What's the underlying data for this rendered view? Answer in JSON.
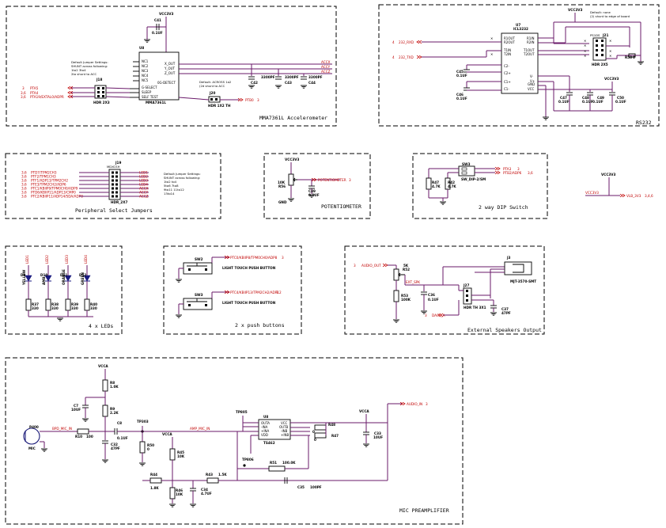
{
  "blocks": {
    "accel": {
      "title": "MMA7361L Accelerometer",
      "vcc": "VCC3V3",
      "cap": "C41",
      "cap_val": "0.1UF",
      "ic_ref": "U8",
      "ic_name": "MMA7361L",
      "ic_pins_left": [
        "NC1",
        "NC2",
        "NC3",
        "NC4",
        "NC5",
        "G-SELECT",
        "SLEEP",
        "SELF TEST"
      ],
      "ic_pins_right": [
        "X_OUT",
        "Y_OUT",
        "Z_OUT"
      ],
      "ic_mid": "0G-DETECT",
      "jumper_note": [
        "Default Jumper Settings:",
        "SHUNT across following:",
        "1to2         3to4",
        "2to shunt to ACC"
      ],
      "jumper_ref": "J18",
      "jumper_name": "HDR 2X3",
      "nets_left": [
        "PTA5",
        "PTA4",
        "PTA19/EXTAL0/ADPR"
      ],
      "nets_left_num": [
        "3",
        "3,6",
        "3,6"
      ],
      "nets_right": [
        "ACCX",
        "ACCY",
        "ACCZ"
      ],
      "caps": [
        {
          "ref": "C42",
          "val": "3300PF"
        },
        {
          "ref": "C43",
          "val": "3300PF"
        },
        {
          "ref": "C44",
          "val": "3300PF"
        }
      ],
      "j20_note": [
        "Default: ACROSS 1a2",
        "(2d shunt to ACC"
      ],
      "j20_ref": "J20",
      "j20_name": "HDR 1X2 TH",
      "j20_net": "PTB0",
      "j20_net_num": "3"
    },
    "rs232": {
      "title": "RS232",
      "vcc": "VCC3V3",
      "note": [
        "Default: none",
        "(2) shunt to edge of board"
      ],
      "ic_ref": "U7",
      "ic_name": "ICL3232",
      "pins_left": [
        "R1OUT",
        "R2OUT",
        "T1IN",
        "T2IN",
        "C2-",
        "C2+",
        "C1+",
        "C1-"
      ],
      "pins_right": [
        "R1IN",
        "R2IN",
        "T1OUT",
        "T2OUT",
        "V-",
        "V+",
        "GND",
        "VCC"
      ],
      "nets": [
        "232_RXD",
        "232_TXD"
      ],
      "nets_num": [
        "4",
        "4"
      ],
      "j_ref": "J21",
      "j_name": "HDR 2X5",
      "rj_ref": "R58",
      "rj_val": "0",
      "caps": [
        {
          "ref": "C45",
          "val": "0.1UF"
        },
        {
          "ref": "C46",
          "val": "0.1UF"
        },
        {
          "ref": "C47",
          "val": "0.1UF"
        },
        {
          "ref": "C48",
          "val": "0.1UF"
        },
        {
          "ref": "C49",
          "val": "0.1UF"
        },
        {
          "ref": "C50",
          "val": "0.1UF"
        }
      ],
      "vcc2": "VCC3V3"
    },
    "periph": {
      "title": "Peripheral Select Jumpers",
      "j_ref": "J19",
      "j_name": "HDR_2X7",
      "top_note": "MDXCSH",
      "nets_left": [
        "PTD7/TPM2CH3",
        "PTF2/TPM1CH3",
        "PTF1/ADP13/TPM2CH2",
        "PTE3/TPM2CH2/ADP6",
        "PTC1/KBIIP9/TPM0CH0/ADP9",
        "PTD6/KBIIP11/ADP13/CMP0",
        "PTC2/KBIIP11/ADP14/SDA/ADP8"
      ],
      "nets_num": [
        "3,6",
        "3,6",
        "3,6",
        "3,6",
        "3,6",
        "3,6",
        "3,6"
      ],
      "nets_right": [
        "LED1",
        "LED2",
        "LED3",
        "LED4",
        "ACCX",
        "ACCY",
        "ACCZ"
      ],
      "note": [
        "Default Jumper Settings:",
        "SHUNT across following:",
        "1to2          to4",
        "5to6          7to8",
        "9to11         11to12",
        "13to14"
      ]
    },
    "pot": {
      "title": "POTENTIOMETER",
      "vcc": "VCC3V3",
      "r_ref": "R56",
      "r_val": "10K",
      "c_ref": "C49",
      "c_val": "0.1UF",
      "net": "POTENTIOMETER",
      "net_num": "3",
      "gnd": "GND"
    },
    "dip": {
      "title": "2 way DIP Switch",
      "sw_ref": "SW3",
      "sw_name": "SW_DIP-2/SM",
      "r1_ref": "R47",
      "r1_val": "4.7K",
      "r2_ref": "R42",
      "r2_val": "4.7K",
      "nets": [
        "PTA3",
        "PTB2/ADP6"
      ],
      "nets_num": [
        "3",
        "3,6"
      ],
      "vcc": "VCC3V3",
      "vcc_net": "VLB_3V3",
      "vcc_net_num": "3,4,6"
    },
    "leds": {
      "title": "4 x LEDs",
      "leds": [
        {
          "ref": "D8",
          "color": "YELLOW",
          "net": "LED1"
        },
        {
          "ref": "D10",
          "color": "AMB",
          "net": "LED2"
        },
        {
          "ref": "D11",
          "color": "ORANGE",
          "net": "LED3"
        },
        {
          "ref": "D12",
          "color": "GREEN",
          "net": "LED4"
        }
      ],
      "res": [
        {
          "ref": "R37",
          "val": "330"
        },
        {
          "ref": "R38",
          "val": "330"
        },
        {
          "ref": "R39",
          "val": "330"
        },
        {
          "ref": "R40",
          "val": "330"
        }
      ]
    },
    "buttons": {
      "title": "2 x push buttons",
      "b1_ref": "SW2",
      "b1_name": "LIGHT TOUCH PUSH BUTTON",
      "b1_net": "PTC0/KBIIP8/TPM0CH0/ADP8",
      "b2_ref": "SW3",
      "b2_name": "LIGHT TOUCH PUSH BUTTON",
      "b2_net": "PTC4/KBIIP13/TPM2CH2/ADP12",
      "net_num": "3"
    },
    "speaker": {
      "title": "External Speakers Output",
      "net_in": "AUDIO_OUT",
      "net_in_num": "3",
      "pot_ref": "R52",
      "pot_val": "5K",
      "r_ref": "R53",
      "r_val": "100K",
      "c_ref": "C36",
      "c_val": "0.1UF",
      "spk_net": "EXT_SPK",
      "j_ref": "J3",
      "j_name": "MJT-3570-SMT",
      "hdr_ref": "J27",
      "hdr_name": "HDR TH 3X1",
      "c2_ref": "C37",
      "c2_val": "47PF",
      "dac_net": "DAC0_A",
      "dac_num": "3"
    },
    "mic": {
      "title": "MIC PREAMPLIFIER",
      "vcc": "VCCA",
      "mic_ref": "P400",
      "mic_name": "MIC",
      "mic_net": "BPD_MIC_IN",
      "r9": {
        "ref": "R8",
        "val": "1.0K"
      },
      "r10": {
        "ref": "R9",
        "val": "2.2K"
      },
      "c7": {
        "ref": "C7",
        "val": "10UF"
      },
      "r_in": {
        "ref": "R10",
        "val": "100"
      },
      "c8": {
        "ref": "C8",
        "val": "0.1UF"
      },
      "c_gnd": {
        "ref": "C32",
        "val": "47PF"
      },
      "tp1": "TP303",
      "amp_net": "AMP_MIC_IN",
      "r_b": {
        "ref": "R50",
        "val": "0"
      },
      "vcc2": "VCCA",
      "r_c": {
        "ref": "R45",
        "val": "10K"
      },
      "r14": {
        "ref": "R44",
        "val": "1.8K"
      },
      "r13": {
        "ref": "R43",
        "val": "1.5K"
      },
      "r_d": {
        "ref": "R46",
        "val": "10K"
      },
      "c_d": {
        "ref": "C34",
        "val": "4.7UF"
      },
      "ic_ref": "U8",
      "ic_name": "TS462",
      "ic_pins_left": [
        "OUTA",
        "-INA",
        "+INA",
        "VDD"
      ],
      "ic_pins_right": [
        "VCC",
        "OUTB",
        "-INB",
        "+INB"
      ],
      "tp2": "TP805",
      "tp3": "TP806",
      "r_e": {
        "ref": "R48",
        "val": "0"
      },
      "r_f": {
        "ref": "R47",
        "val": "0"
      },
      "r_fb": {
        "ref": "R51",
        "val": "100.0K"
      },
      "c_fb": {
        "ref": "C35",
        "val": "100PF"
      },
      "vcc3": "VCCA",
      "c_out": {
        "ref": "C33",
        "val": "10UF"
      },
      "out_net": "AUDIO_IN",
      "out_num": "3"
    }
  }
}
